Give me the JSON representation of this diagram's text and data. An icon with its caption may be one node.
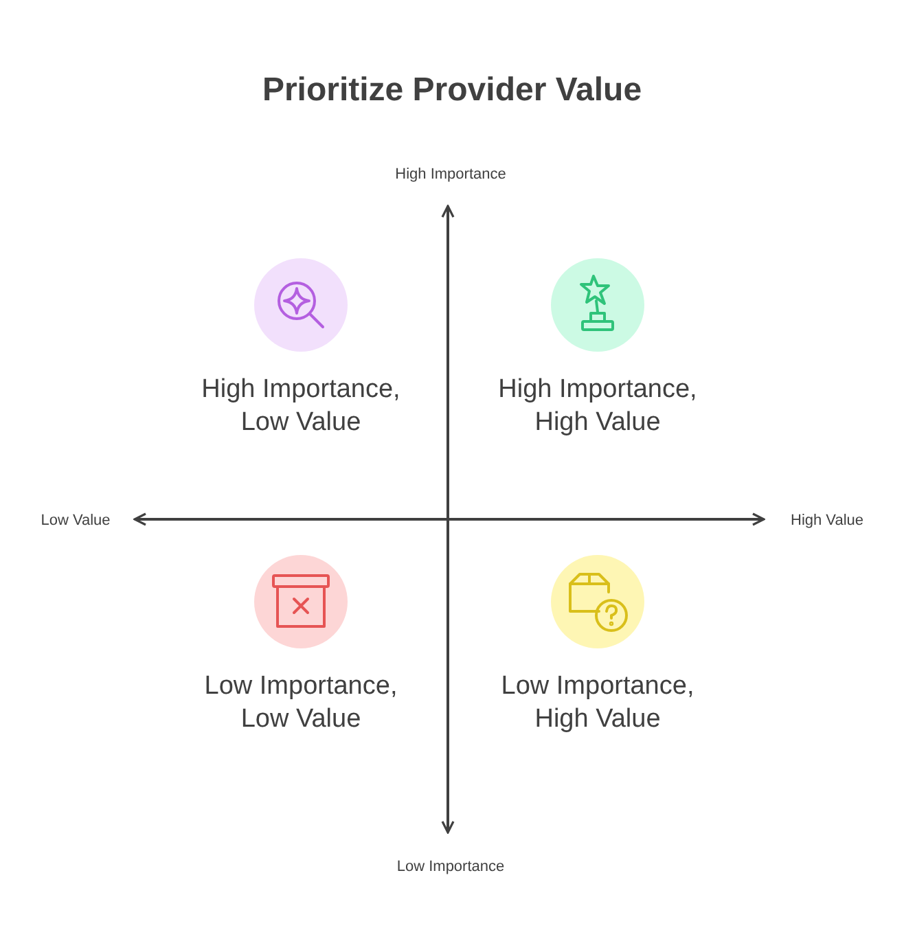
{
  "diagram": {
    "title": "Prioritize Provider Value",
    "nodes": [
      {
        "text": [
          "High Importance, Low Value"
        ]
      },
      {
        "text": [
          "High Importance, High Value"
        ]
      },
      {
        "text": [
          "Low Importance, Low Value"
        ]
      },
      {
        "text": [
          "Low Importance, High Value"
        ]
      }
    ],
    "labels": [
      "High Importance",
      "Low Value",
      "High Value",
      "Low Importance"
    ]
  }
}
